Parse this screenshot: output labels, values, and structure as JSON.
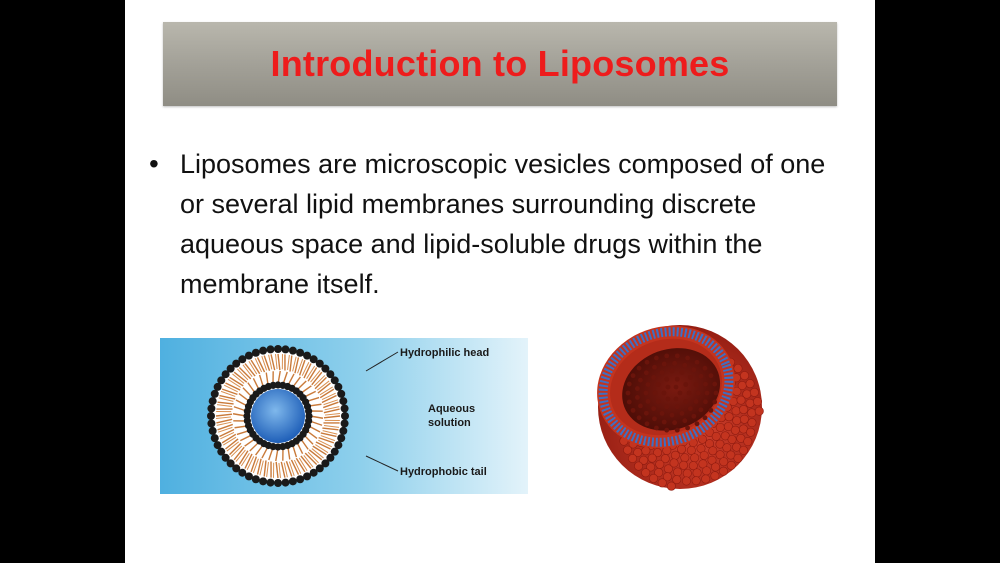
{
  "slide": {
    "title": "Introduction to Liposomes",
    "bullet": "Liposomes are microscopic vesicles composed of one or several lipid membranes surrounding discrete aqueous space and lipid-soluble drugs within the membrane itself."
  },
  "diagram": {
    "labels": {
      "head": "Hydrophilic head",
      "aqueous_1": "Aqueous",
      "aqueous_2": "solution",
      "tail": "Hydrophobic tail"
    }
  },
  "colors": {
    "title_red": "#ee1c1c",
    "diagram_bg": "#7ec6e6",
    "core_blue": "#1f5fb8",
    "liposome_red": "#b5271a"
  }
}
